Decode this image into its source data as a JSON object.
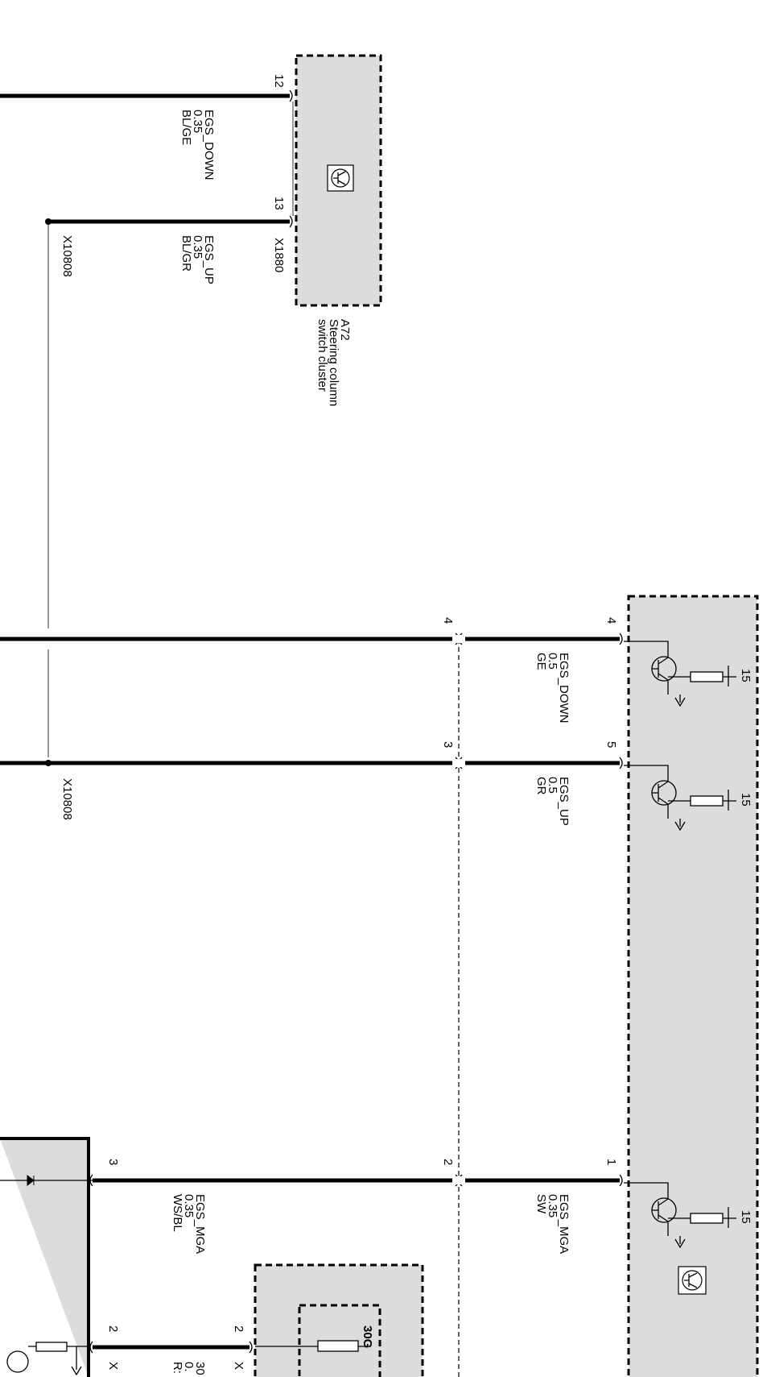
{
  "components": {
    "a72": {
      "code": "A72",
      "name_line1": "Steering column",
      "name_line2": "switch cluster",
      "connector": "X1880",
      "pin_down": "12",
      "pin_up": "13"
    },
    "right_module": {
      "pin_down": "4",
      "pin_up": "5",
      "pin_mga": "1",
      "supply": "15"
    },
    "separator": {
      "pin_down": "4",
      "pin_up": "3",
      "pin_mga": "2",
      "pin_lower": "2"
    },
    "left_module": {
      "pin_mga": "3",
      "pin_lower": "2"
    },
    "lower_module": {
      "fuse_label": "30G"
    }
  },
  "splice": "X10808",
  "wires": {
    "a72_down": {
      "name": "EGS_DOWN",
      "size": "0.35",
      "color": "BL/GE"
    },
    "a72_up": {
      "name": "EGS_UP",
      "size": "0.35",
      "color": "BL/GR"
    },
    "mod_down": {
      "name": "EGS_DOWN",
      "size": "0.5",
      "color": "GE"
    },
    "mod_up": {
      "name": "EGS_UP",
      "size": "0.5",
      "color": "GR"
    },
    "mga_right": {
      "name": "EGS_MGA",
      "size": "0.35",
      "color": "SW"
    },
    "mga_left": {
      "name": "EGS_MGA",
      "size": "0.35",
      "color": "WS/BL"
    },
    "lower_partial": {
      "name": "30",
      "size": "0.",
      "color": "R:"
    },
    "lower_conn_left": "X",
    "lower_conn_mid": "X"
  }
}
